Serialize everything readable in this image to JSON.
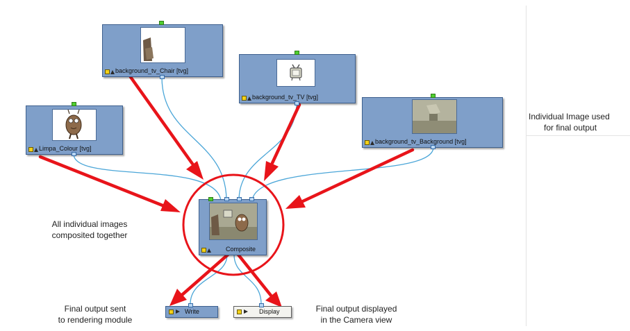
{
  "nodes": {
    "chair": {
      "label": "background_tv_Chair  [tvg]"
    },
    "tv": {
      "label": "background_tv_TV  [tvg]"
    },
    "limpa": {
      "label": "Limpa_Colour  [tvg]"
    },
    "background": {
      "label": "background_tv_Background  [tvg]"
    },
    "composite": {
      "label": "Composite"
    },
    "write": {
      "label": "Write"
    },
    "display": {
      "label": "Display"
    }
  },
  "captions": {
    "individual_line1": "Individual Image used",
    "individual_line2": "for final output",
    "composited_line1": "All individual images",
    "composited_line2": "composited together",
    "rendering_line1": "Final output sent",
    "rendering_line2": "to rendering module",
    "camera_line1": "Final output displayed",
    "camera_line2": "in the Camera view"
  },
  "colors": {
    "node_fill": "#7f9fc9",
    "arrow": "#e8141a",
    "connection": "#4ba6d8",
    "port_green": "#4fd02f",
    "port_blue": "#b8d6f2"
  }
}
